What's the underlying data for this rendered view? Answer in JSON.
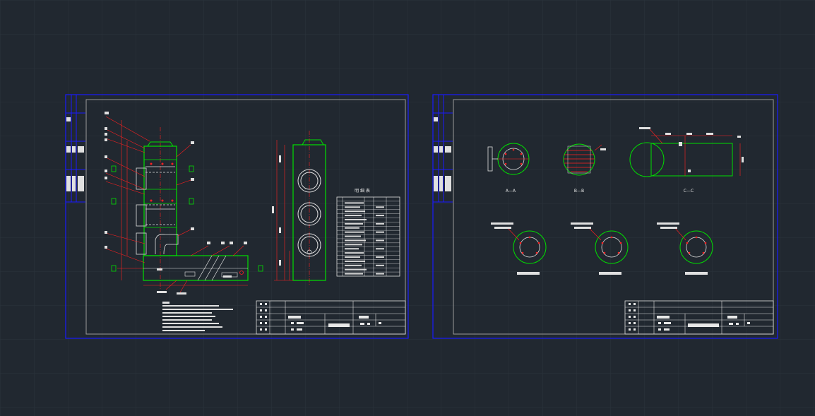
{
  "colors": {
    "background": "#212830",
    "grid": "#2c343d",
    "frame_blue": "#1a1aff",
    "border_gray": "#9a9a9a",
    "green": "#00e000",
    "red": "#ff2020",
    "white": "#eeeeee"
  },
  "sheet1": {
    "table_title": "明 细 表"
  },
  "sheet2": {
    "section_labels": [
      "A—A",
      "B—B",
      "C—C"
    ]
  }
}
